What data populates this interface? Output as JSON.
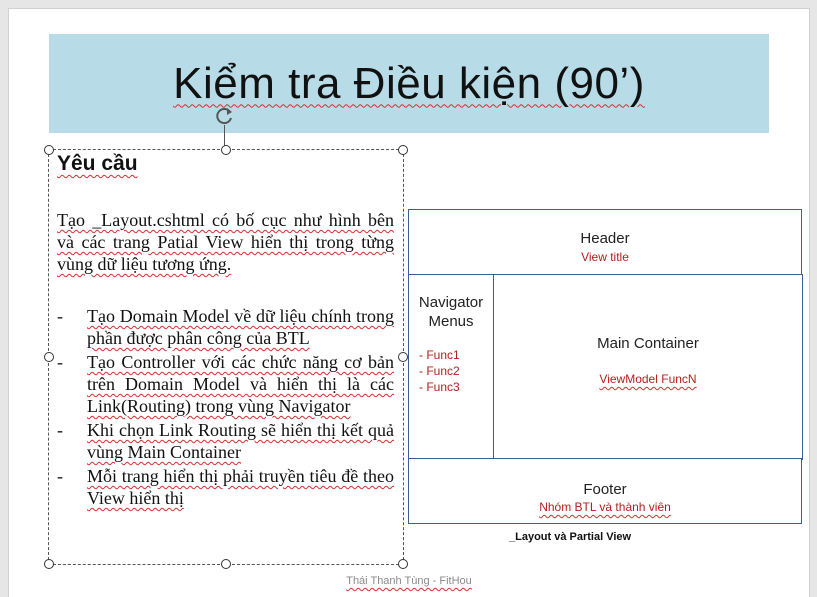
{
  "slide": {
    "title": "Kiểm tra Điều kiện (90’)",
    "requirements": {
      "heading": "Yêu cầu",
      "intro": "Tạo _Layout.cshtml có bố cục như hình bên và các trang Patial View hiển thị trong từng vùng dữ liệu tương ứng.",
      "bullets": [
        "Tạo Domain Model về dữ liệu chính trong phần được phân công của BTL",
        "Tạo Controller với các chức năng cơ bản trên Domain Model và hiển thị là các Link(Routing) trong vùng Navigator",
        "Khi chọn Link Routing sẽ hiển thị kết quả vùng Main Container",
        "Mỗi trang hiển thị phải truyền tiêu đề theo View hiển thị"
      ],
      "bullet_marker": "-"
    },
    "layout_diagram": {
      "header": {
        "label": "Header",
        "sub": "View title"
      },
      "navigator": {
        "label_line1": "Navigator",
        "label_line2": "Menus",
        "funcs": [
          "- Func1",
          "- Func2",
          "- Func3"
        ]
      },
      "main": {
        "label": "Main Container",
        "sub": "ViewModel FuncN"
      },
      "footer": {
        "label": "Footer",
        "sub": "Nhóm BTL và thành viên"
      },
      "caption": "_Layout và Partial View"
    },
    "footer_text": "Thái Thanh Tùng - FitHou"
  },
  "colors": {
    "title_bg": "#b7dce8",
    "box_border": "#3a5f94",
    "sub_text": "#b21f1f"
  }
}
